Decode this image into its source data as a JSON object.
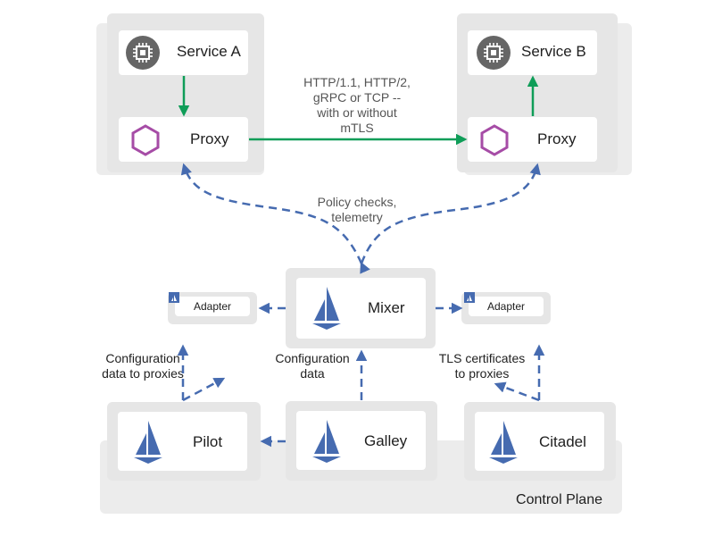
{
  "service_a": {
    "title": "Service A",
    "proxy_label": "Proxy"
  },
  "service_b": {
    "title": "Service B",
    "proxy_label": "Proxy"
  },
  "traffic_note": [
    "HTTP/1.1, HTTP/2,",
    "gRPC or TCP --",
    "with or without",
    "mTLS"
  ],
  "policy_note": [
    "Policy checks,",
    "telemetry"
  ],
  "mixer": {
    "label": "Mixer"
  },
  "adapters": [
    {
      "label": "Adapter"
    },
    {
      "label": "Adapter"
    }
  ],
  "pilot_note": [
    "Configuration",
    "data to proxies"
  ],
  "galley_note": [
    "Configuration",
    "data"
  ],
  "citadel_note": [
    "TLS certificates",
    "to proxies"
  ],
  "control_plane": {
    "title": "Control Plane",
    "components": [
      {
        "label": "Pilot"
      },
      {
        "label": "Galley"
      },
      {
        "label": "Citadel"
      }
    ]
  },
  "colors": {
    "data_flow": "#0f9d58",
    "control_flow": "#466bb0",
    "proxy_hexagon": "#a64ca6",
    "chip_icon_bg": "#666666"
  }
}
